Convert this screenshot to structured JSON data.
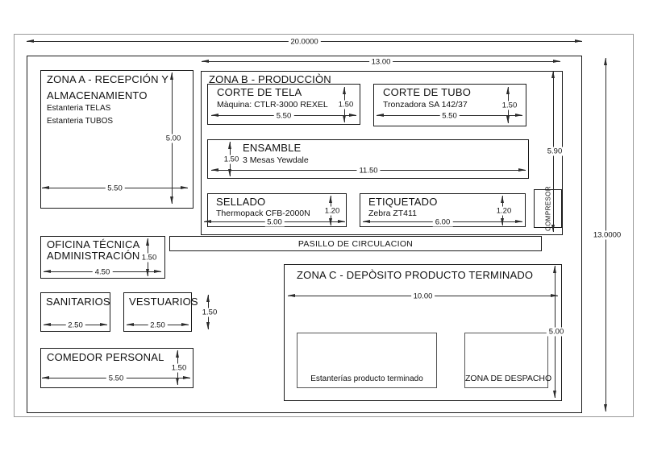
{
  "colors": {
    "drawing_line": "#1a1a1a",
    "sheet_border": "#9a9a9a",
    "background": "#ffffff"
  },
  "plan": {
    "overall": {
      "width": "20.0000",
      "height": "13.0000"
    },
    "zona_a": {
      "title1": "ZONA A - RECEPCIÓN Y",
      "title2": "ALMACENAMIENTO",
      "item1": "Estanteria TELAS",
      "item2": "Estanteria TUBOS",
      "w": "5.50",
      "h": "5.00"
    },
    "zona_b": {
      "title": "ZONA B - PRODUCCIÒN",
      "w": "13.00",
      "h": "5.90",
      "corte_tela": {
        "title": "CORTE DE TELA",
        "machine": "Màquina: CTLR-3000 REXEL",
        "w": "5.50",
        "h": "1.50"
      },
      "corte_tubo": {
        "title": "CORTE DE TUBO",
        "machine": "Tronzadora SA 142/37",
        "w": "5.50",
        "h": "1.50"
      },
      "ensamble": {
        "title": "ENSAMBLE",
        "machine": "3 Mesas Yewdale",
        "w": "11.50",
        "h": "1.50"
      },
      "sellado": {
        "title": "SELLADO",
        "machine": "Thermopack CFB-2000N",
        "w": "5.00",
        "h": "1.20"
      },
      "etiquetado": {
        "title": "ETIQUETADO",
        "machine": "Zebra ZT411",
        "w": "6.00",
        "h": "1.20"
      },
      "compresor": {
        "label": "COMPRESOR"
      }
    },
    "pasillo": {
      "label": "PASILLO DE CIRCULACION"
    },
    "oficina": {
      "title1": "OFICINA TÉCNICA",
      "title2": "ADMINISTRACIÓN",
      "w": "4.50",
      "h": "1.50"
    },
    "sanitarios": {
      "title": "SANITARIOS",
      "w": "2.50"
    },
    "vestuarios": {
      "title": "VESTUARIOS",
      "w": "2.50",
      "h": "1.50"
    },
    "comedor": {
      "title": "COMEDOR PERSONAL",
      "w": "5.50",
      "h": "1.50"
    },
    "zona_c": {
      "title": "ZONA C - DEPÒSITO PRODUCTO TERMINADO",
      "w": "10.00",
      "h": "5.00",
      "estanterias": {
        "label": "Estanterías producto terminado"
      },
      "despacho": {
        "label": "ZONA DE DESPACHO"
      }
    }
  }
}
